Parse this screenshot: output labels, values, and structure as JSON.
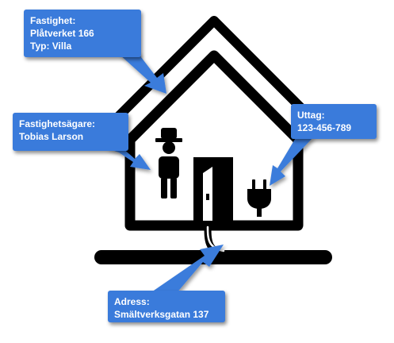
{
  "colors": {
    "callout_fill": "#3a7bdb",
    "callout_text": "#ffffff",
    "house_stroke": "#000000",
    "background": "#ffffff"
  },
  "icons": {
    "house": "house-outline-icon",
    "person": "person-with-hat-icon",
    "door": "door-icon",
    "plug": "power-plug-icon",
    "ground": "ground-line-icon",
    "cable": "service-cable-icon"
  },
  "callouts": {
    "property": {
      "title": "Fastighet:",
      "line1": "Plåtverket 166",
      "line2": "Typ: Villa"
    },
    "owner": {
      "title": "Fastighetsägare:",
      "line1": "Tobias Larson"
    },
    "outlet": {
      "title": "Uttag:",
      "line1": "123-456-789"
    },
    "address": {
      "title": "Adress:",
      "line1": "Smältverksgatan 137"
    }
  }
}
